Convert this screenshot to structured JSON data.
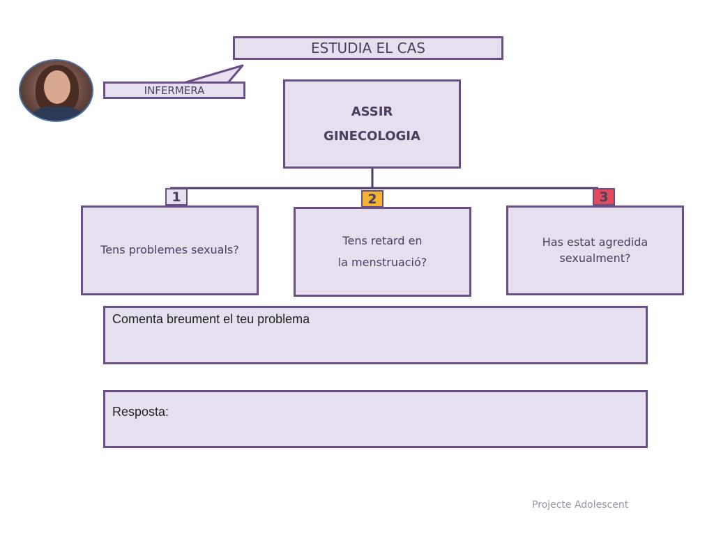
{
  "title": "ESTUDIA EL CAS",
  "speaker": "INFERMERA",
  "main": {
    "line1": "ASSIR",
    "line2": "GINECOLOGIA"
  },
  "options": [
    {
      "number": "1",
      "text_lines": [
        "Tens problemes sexuals?"
      ],
      "color": "#e6e0ee"
    },
    {
      "number": "2",
      "text_lines": [
        "Tens retard en",
        "la menstruació?"
      ],
      "color": "#f2b431"
    },
    {
      "number": "3",
      "text_lines": [
        "Has estat  agredida",
        "sexualment?"
      ],
      "color": "#e34b5c"
    }
  ],
  "comment_label": "Comenta  breument el teu problema",
  "answer_label": "Resposta:",
  "footer": "Projecte  Adolescent",
  "colors": {
    "box_fill": "#e6e0ee",
    "box_border": "#6a4f86"
  }
}
